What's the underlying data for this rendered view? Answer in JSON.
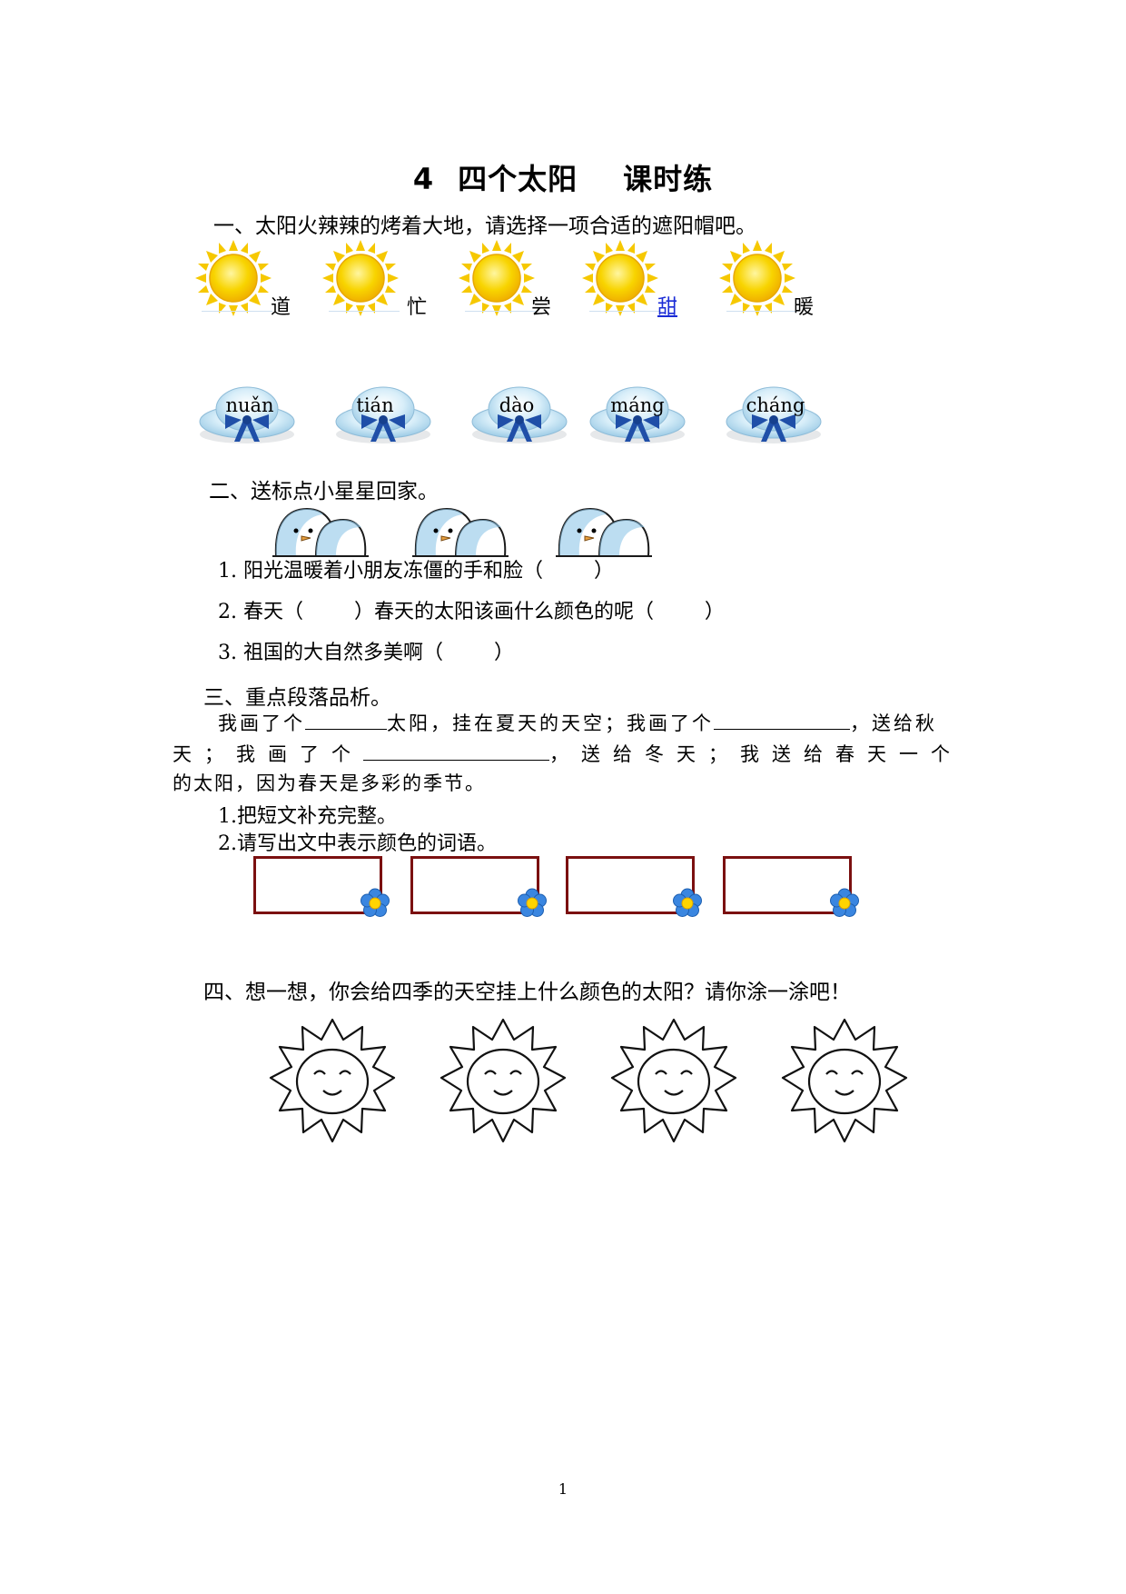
{
  "title": {
    "number": "4",
    "lesson": "四个太阳",
    "suffix": "课时练"
  },
  "section1": {
    "heading": "一、太阳火辣辣的烤着大地，请选择一项合适的遮阳帽吧。",
    "suns": [
      "道",
      "忙",
      "尝",
      "甜",
      "暖"
    ],
    "hats": [
      "nuǎn",
      "tián",
      "dào",
      "máng",
      "cháng"
    ]
  },
  "section2": {
    "heading": "二、送标点小星星回家。",
    "items": [
      {
        "num": "1.",
        "text": "阳光温暖着小朋友冻僵的手和脸（        ）"
      },
      {
        "num": "2.",
        "text": "春天（        ）春天的太阳该画什么颜色的呢（        ）"
      },
      {
        "num": "3.",
        "text": "祖国的大自然多美啊（        ）"
      }
    ]
  },
  "section3": {
    "heading": "三、重点段落品析。",
    "para_l1_a": "我画了个",
    "para_l1_b": "太阳，挂在夏天的天空；我画了个",
    "para_l1_c": "，送给秋",
    "para_l2_a": "天；我画了个",
    "para_l2_b": "，送给冬天；我送给春天一个",
    "para_l3": "的太阳，因为春天是多彩的季节。",
    "q1": "1.把短文补充完整。",
    "q2": "2.请写出文中表示颜色的词语。"
  },
  "section4": {
    "heading": "四、想一想，你会给四季的天空挂上什么颜色的太阳？请你涂一涂吧！"
  },
  "page_number": "1",
  "colors": {
    "box_border": "#7b1010",
    "link": "#1a2bd6",
    "sun": "#f5c400",
    "hat": "#bfe0f2",
    "ribbon": "#1f4fa8"
  }
}
